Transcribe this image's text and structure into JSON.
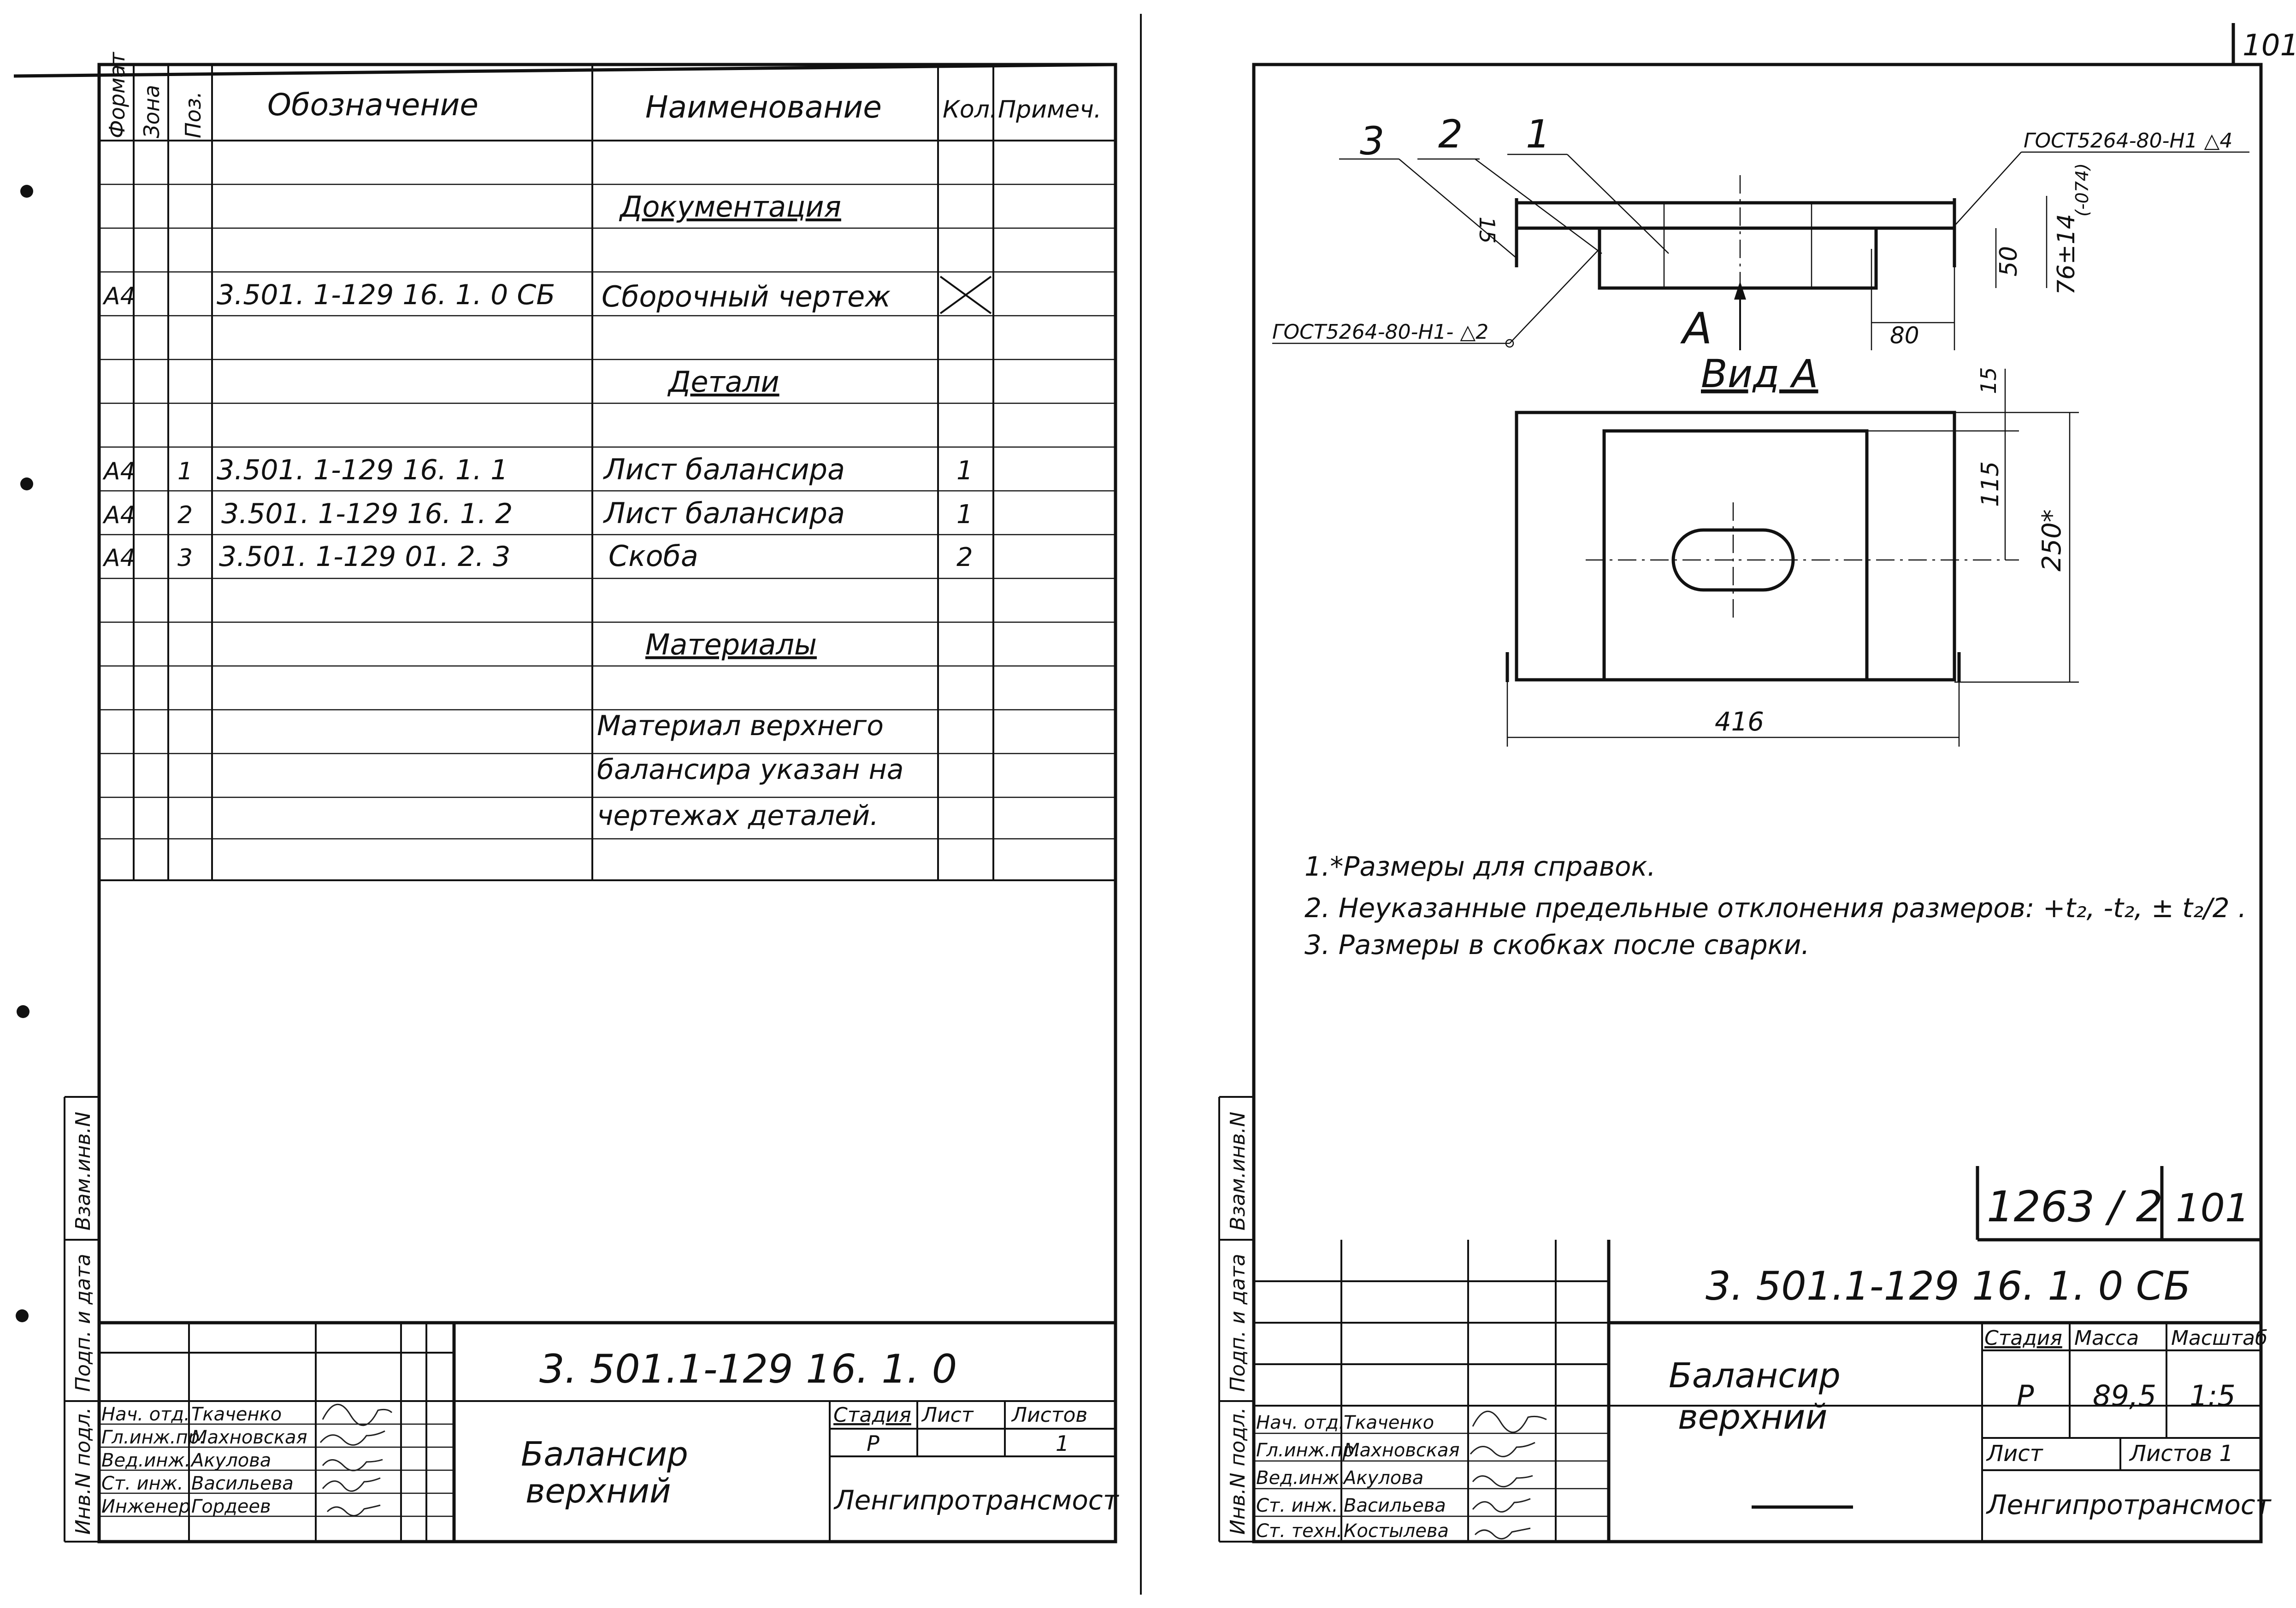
{
  "left_sheet": {
    "side_labels": {
      "format": "Формат",
      "zone": "Зона",
      "pos": "Поз."
    },
    "headers": {
      "designation": "Обозначение",
      "name": "Наименование",
      "qty": "Кол.",
      "note": "Примеч."
    },
    "sections": {
      "documentation": "Документация",
      "details": "Детали",
      "materials": "Материалы"
    },
    "assembly_row": {
      "format": "А4",
      "designation": "3.501. 1-129 16. 1. 0 СБ",
      "name": "Сборочный чертеж"
    },
    "rows": [
      {
        "format": "А4",
        "pos": "1",
        "designation": "3.501. 1-129 16. 1. 1",
        "name": "Лист балансира",
        "qty": "1"
      },
      {
        "format": "А4",
        "pos": "2",
        "designation": "3.501. 1-129 16. 1. 2",
        "name": "Лист балансира",
        "qty": "1"
      },
      {
        "format": "А4",
        "pos": "3",
        "designation": "3.501. 1-129 01. 2. 3",
        "name": "Скоба",
        "qty": "2"
      }
    ],
    "material_note": [
      "Материал верхнего",
      "балансира указан на",
      "чертежах деталей."
    ],
    "title_block": {
      "code": "3. 501.1-129 16. 1. 0",
      "title_line1": "Балансир",
      "title_line2": "верхний",
      "stage_label": "Стадия",
      "sheet_label": "Лист",
      "sheets_label": "Листов",
      "stage_value": "Р",
      "sheets_value": "1",
      "organization": "Ленгипротрансмост",
      "people": [
        {
          "role": "Нач. отд.",
          "name": "Ткаченко"
        },
        {
          "role": "Гл.инж.пр.",
          "name": "Махновская"
        },
        {
          "role": "Вед.инж.",
          "name": "Акулова"
        },
        {
          "role": "Ст. инж.",
          "name": "Васильева"
        },
        {
          "role": "Инженер",
          "name": "Гордеев"
        }
      ]
    },
    "vertical_labels": {
      "inv_orig": "Инв.N подл.",
      "sign_date": "Подп. и дата",
      "replace_inv": "Взам.инв.N"
    }
  },
  "right_sheet": {
    "page_number": "101",
    "drawing": {
      "pos_labels": [
        "3",
        "2",
        "1"
      ],
      "gost_top": "ГОСТ5264-80-Н1 △4",
      "gost_left": "ГОСТ5264-80-Н1- △2",
      "view_arrow": "А",
      "view_title": "Вид А",
      "dims": {
        "d15_top": "15",
        "d50": "50",
        "d76": "76±14",
        "d80": "80",
        "d15": "15",
        "d115": "115",
        "d250": "250*",
        "d416": "416",
        "d74": "(-074)"
      }
    },
    "notes": [
      "1.*Размеры для справок.",
      "2. Неуказанные предельные отклонения размеров: +t₂, -t₂, ± t₂/2 .",
      "3. Размеры в скобках после сварки."
    ],
    "album": {
      "number": "1263 / 2",
      "page": "101"
    },
    "title_block": {
      "code": "3. 501.1-129 16. 1. 0 СБ",
      "title_line1": "Балансир",
      "title_line2": "верхний",
      "stage_label": "Стадия",
      "mass_label": "Масса",
      "scale_label": "Масштаб",
      "stage_value": "Р",
      "mass_value": "89,5",
      "scale_value": "1:5",
      "sheet_label": "Лист",
      "sheets_label": "Листов 1",
      "organization": "Ленгипротрансмост",
      "people": [
        {
          "role": "Нач. отд.",
          "name": "Ткаченко"
        },
        {
          "role": "Гл.инж.пр.",
          "name": "Махновская"
        },
        {
          "role": "Вед.инж.",
          "name": "Акулова"
        },
        {
          "role": "Ст. инж.",
          "name": "Васильева"
        },
        {
          "role": "Ст. техн.",
          "name": "Костылева"
        }
      ]
    },
    "vertical_labels": {
      "inv_orig": "Инв.N подл.",
      "sign_date": "Подп. и дата",
      "replace_inv": "Взам.инв.N"
    }
  }
}
